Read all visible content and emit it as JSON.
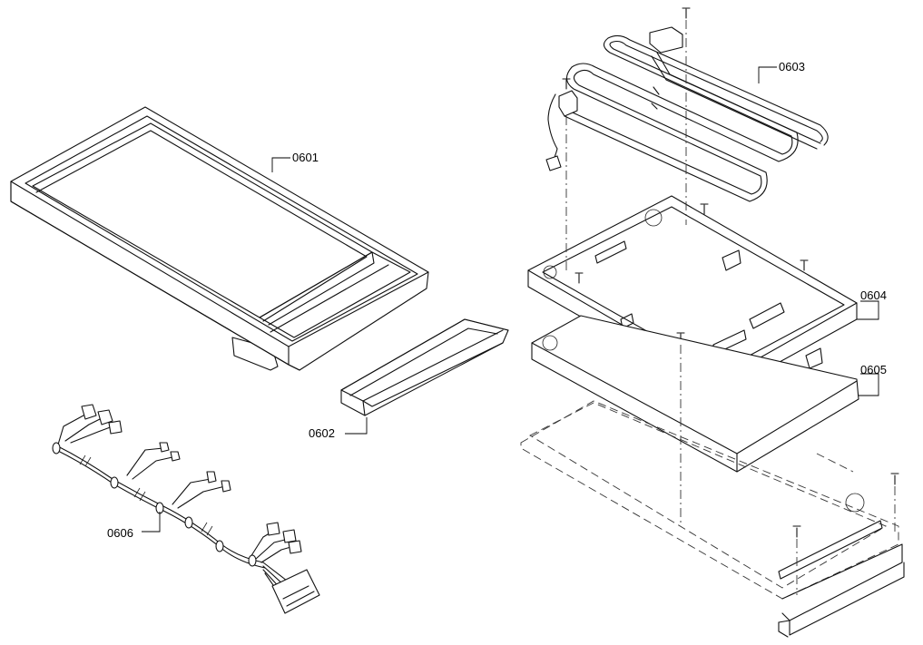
{
  "parts": [
    {
      "id": "0601",
      "label": "0601"
    },
    {
      "id": "0602",
      "label": "0602"
    },
    {
      "id": "0603",
      "label": "0603"
    },
    {
      "id": "0604",
      "label": "0604"
    },
    {
      "id": "0605",
      "label": "0605"
    },
    {
      "id": "0606",
      "label": "0606"
    }
  ]
}
